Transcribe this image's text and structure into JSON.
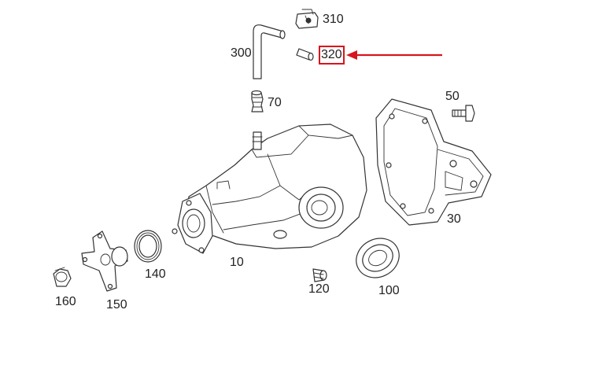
{
  "diagram": {
    "labels": {
      "p300": "300",
      "p310": "310",
      "p320": "320",
      "p70": "70",
      "p50": "50",
      "p30": "30",
      "p10": "10",
      "p140": "140",
      "p150": "150",
      "p160": "160",
      "p120": "120",
      "p100": "100"
    },
    "highlighted_part": "320",
    "highlight_color": "#d9141c",
    "line_color": "#333333"
  }
}
